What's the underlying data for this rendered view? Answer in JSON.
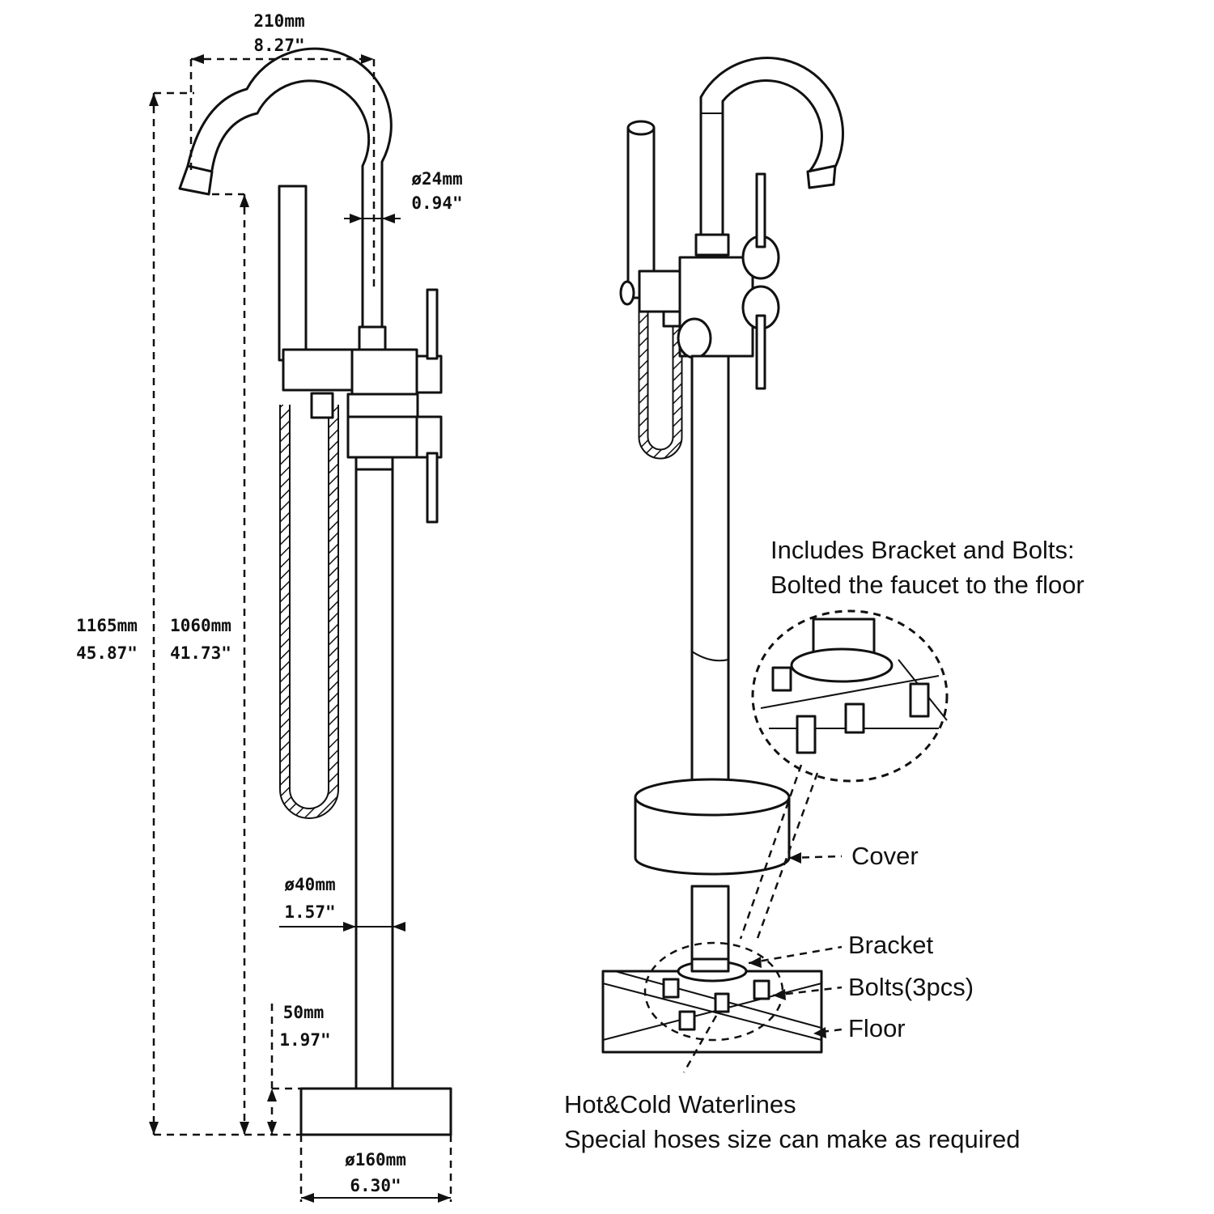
{
  "dimensions": {
    "spout_reach": {
      "mm": "210mm",
      "inch": "8.27\""
    },
    "spout_diameter": {
      "mm": "ø24mm",
      "inch": "0.94\""
    },
    "total_height": {
      "mm": "1165mm",
      "inch": "45.87\""
    },
    "spout_height": {
      "mm": "1060mm",
      "inch": "41.73\""
    },
    "pipe_diameter": {
      "mm": "ø40mm",
      "inch": "1.57\""
    },
    "base_height": {
      "mm": "50mm",
      "inch": "1.97\""
    },
    "base_diameter": {
      "mm": "ø160mm",
      "inch": "6.30\""
    }
  },
  "callouts": {
    "includes_line1": "Includes Bracket and Bolts:",
    "includes_line2": "Bolted the faucet to the floor",
    "cover": "Cover",
    "bracket": "Bracket",
    "bolts": "Bolts(3pcs)",
    "floor": "Floor",
    "waterlines_line1": "Hot&Cold Waterlines",
    "waterlines_line2": "Special hoses size can make as required"
  },
  "colors": {
    "line": "#111111",
    "background": "#ffffff"
  }
}
